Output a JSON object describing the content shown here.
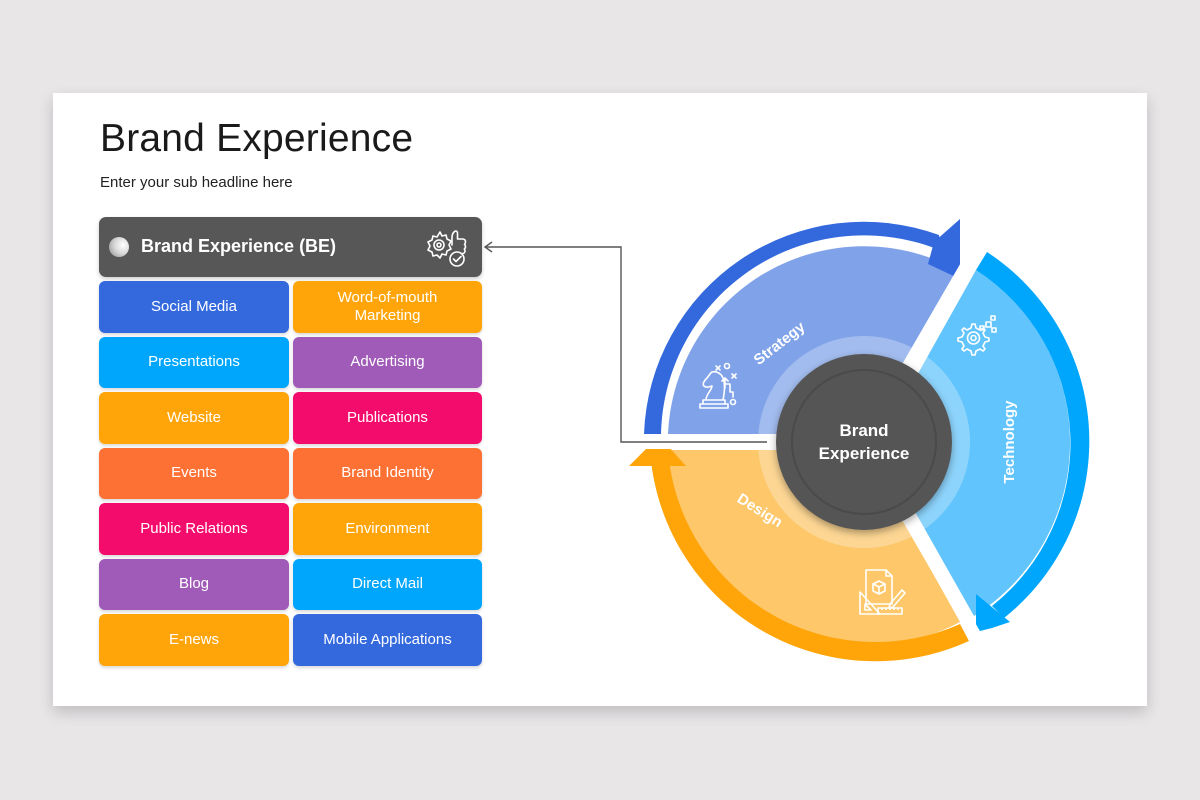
{
  "slide": {
    "title": "Brand Experience",
    "subtitle": "Enter your sub headline here"
  },
  "panel": {
    "header": {
      "title": "Brand Experience (BE)",
      "icon": "gear-thumbs-up-check-icon",
      "color": "#575757"
    },
    "items": [
      {
        "label": "Social Media",
        "color": "#3469DD"
      },
      {
        "label": "Word-of-mouth Marketing",
        "color": "#FFA50A"
      },
      {
        "label": "Presentations",
        "color": "#00A6FB"
      },
      {
        "label": "Advertising",
        "color": "#A05AB8"
      },
      {
        "label": "Website",
        "color": "#FFA50A"
      },
      {
        "label": "Publications",
        "color": "#F40C6C"
      },
      {
        "label": "Events",
        "color": "#FE7134"
      },
      {
        "label": "Brand Identity",
        "color": "#FE7134"
      },
      {
        "label": "Public Relations",
        "color": "#F40C6C"
      },
      {
        "label": "Environment",
        "color": "#FFA50A"
      },
      {
        "label": "Blog",
        "color": "#A05AB8"
      },
      {
        "label": "Direct Mail",
        "color": "#00A6FB"
      },
      {
        "label": "E-news",
        "color": "#FFA50A"
      },
      {
        "label": "Mobile Applications",
        "color": "#3469DD"
      }
    ]
  },
  "wheel": {
    "center": {
      "line1": "Brand",
      "line2": "Experience",
      "color": "#555555"
    },
    "segments": [
      {
        "label": "Strategy",
        "icon": "chess-knight-strategy-icon",
        "fill": "#7FA2E9",
        "arrow": "#3469DD"
      },
      {
        "label": "Technology",
        "icon": "gear-cubes-icon",
        "fill": "#62C4FC",
        "arrow": "#00A6FB"
      },
      {
        "label": "Design",
        "icon": "blueprint-design-icon",
        "fill": "#FDC76A",
        "arrow": "#FFA50A"
      }
    ]
  }
}
